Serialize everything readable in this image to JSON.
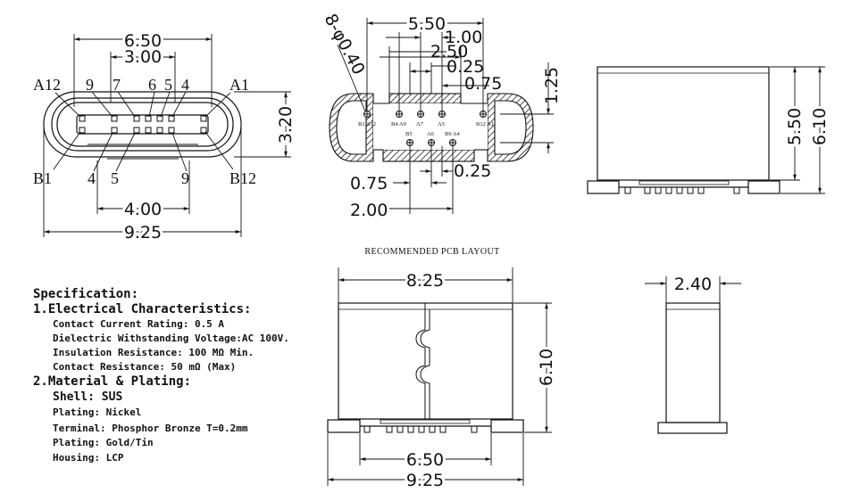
{
  "front_view": {
    "dims": {
      "w650": "6.50",
      "w300": "3.00",
      "w400": "4.00",
      "w925": "9.25",
      "h320": "3.20"
    },
    "pins": {
      "a12": "A12",
      "a1": "A1",
      "b1": "B1",
      "b12": "B12",
      "t9": "9",
      "t7": "7",
      "t6": "6",
      "t5": "5",
      "t4": "4",
      "bot4": "4",
      "bot5": "5",
      "bot9": "9"
    }
  },
  "pcb_layout": {
    "title": "RECOMMENDED PCB LAYOUT",
    "hole_note": "8-φ0.40",
    "dims": {
      "d550": "5.50",
      "d100": "1.00",
      "d250": "2.50",
      "d025top": "0.25",
      "d075top": "0.75",
      "d125": "1.25",
      "d075bot": "0.75",
      "d025bot": "0.25",
      "d200": "2.00"
    },
    "hole_labels": {
      "b1a12": "B1 A12",
      "b4a9": "B4 A9",
      "a7": "A7",
      "a5": "A5",
      "b12a1": "B12 A1",
      "b5": "B5",
      "a6": "A6",
      "b9a4": "B9 A4"
    }
  },
  "side_view": {
    "dims": {
      "h550": "5.50",
      "h610": "6.10"
    }
  },
  "top_view": {
    "dims": {
      "w825": "8.25",
      "h610": "6.10",
      "w650": "6.50",
      "w925": "9.25"
    }
  },
  "end_view": {
    "dims": {
      "w240": "2.40"
    }
  },
  "specification": {
    "title": "Specification:",
    "electrical": {
      "heading": "1.Electrical Characteristics:",
      "items": [
        "Contact Current Rating: 0.5 A",
        "Dielectric Withstanding Voltage:AC 100V.",
        "Insulation Resistance: 100 MΩ Min.",
        "Contact Resistance: 50 mΩ (Max)"
      ]
    },
    "material": {
      "heading": "2.Material & Plating:",
      "items": [
        "Shell: SUS",
        "Plating: Nickel",
        "Terminal: Phosphor Bronze T=0.2mm",
        "Plating: Gold/Tin",
        "Housing: LCP"
      ]
    }
  }
}
